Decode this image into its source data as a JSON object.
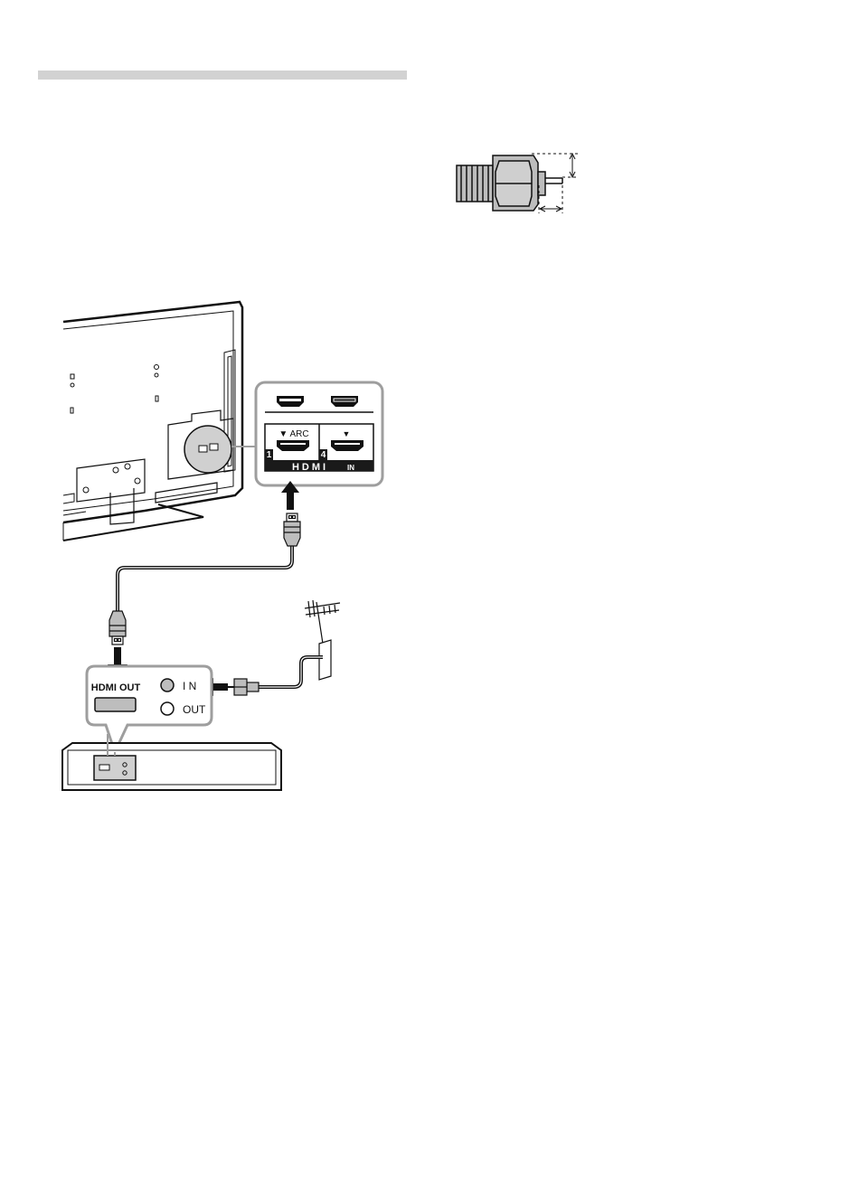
{
  "hdmi_panel": {
    "arc_label": "▼ ARC",
    "arrow_mark": "▼",
    "port_1_number": "1",
    "port_4_number": "4",
    "logo_text": "HDMI",
    "in_label": "IN"
  },
  "recorder_panel": {
    "hdmi_out_label": "HDMI OUT",
    "in_label": "I N",
    "out_label": "OUT"
  },
  "colors": {
    "header_bar": "#d2d2d2",
    "callout_border": "#9e9e9e",
    "line": "#111111",
    "connector_fill": "#bdbdbd",
    "port_panel_bar": "#1a1a1a"
  }
}
